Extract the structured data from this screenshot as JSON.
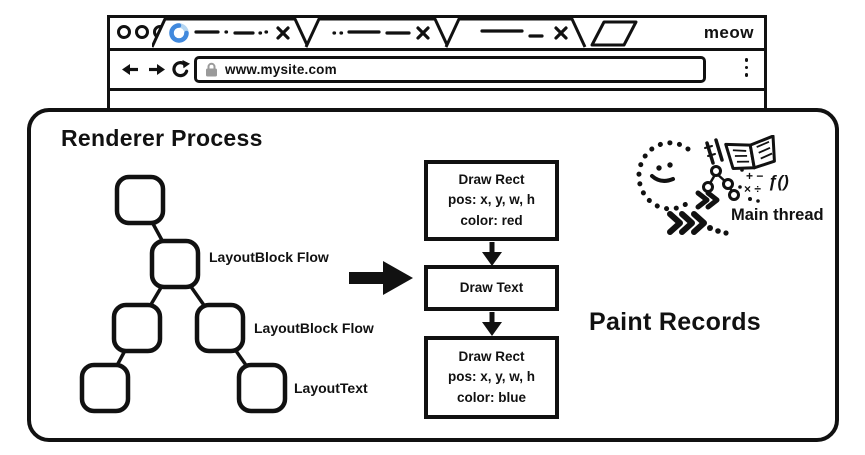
{
  "browser": {
    "brand": "meow",
    "url": "www.mysite.com",
    "tab_count": 3,
    "icons": {
      "window_buttons": "three-outline-circles",
      "tab1_favicon": "blue-loading-spinner",
      "tab_close": "x-cross",
      "new_tab": "parallelogram",
      "nav": [
        "back-arrow",
        "forward-arrow",
        "reload-arc"
      ],
      "url_lock": "gray-padlock",
      "menu": "vertical-three-dots"
    }
  },
  "renderer": {
    "title": "Renderer Process",
    "tree_labels": [
      "LayoutBlock Flow",
      "LayoutBlock Flow",
      "LayoutText"
    ],
    "tree_node_count": 6
  },
  "paint": {
    "title": "Paint Records",
    "boxes": [
      {
        "lines": [
          "Draw Rect",
          "pos: x, y, w, h",
          "color: red"
        ]
      },
      {
        "lines": [
          "Draw Text"
        ]
      },
      {
        "lines": [
          "Draw Rect",
          "pos: x, y, w, h",
          "color: blue"
        ]
      }
    ]
  },
  "main_thread": {
    "label": "Main thread",
    "function_symbol": "ƒ()",
    "math_row1": "+ −",
    "math_row2": "× ÷",
    "doodles": [
      "smiley-dotted-circle",
      "pencils",
      "open-book",
      "mini-tree",
      "math-symbols",
      "chevron-arrows"
    ]
  },
  "colors": {
    "ink": "#111111",
    "spinner_blue": "#4189dd",
    "spinner_light": "#b5d6f2",
    "lock_gray": "#9a9a9a"
  }
}
